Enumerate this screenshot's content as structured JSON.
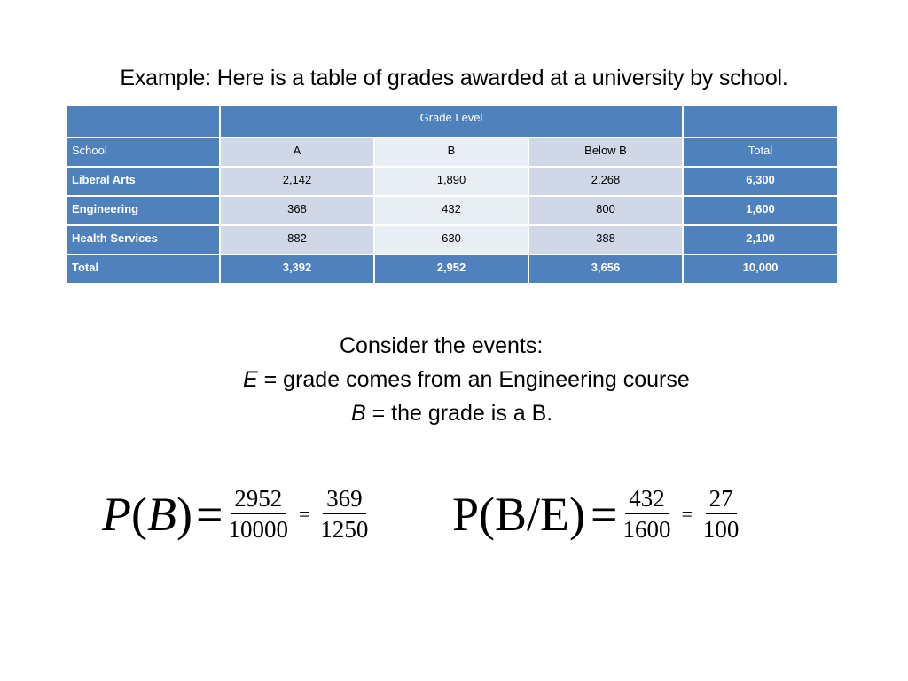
{
  "heading": "Example: Here is a table of grades awarded at a university by school.",
  "table": {
    "group_header": "Grade Level",
    "columns": [
      "School",
      "A",
      "B",
      "Below B",
      "Total"
    ],
    "rows": [
      [
        "Liberal Arts",
        "2,142",
        "1,890",
        "2,268",
        "6,300"
      ],
      [
        "Engineering",
        "368",
        "432",
        "800",
        "1,600"
      ],
      [
        "Health Services",
        "882",
        "630",
        "388",
        "2,100"
      ],
      [
        "Total",
        "3,392",
        "2,952",
        "3,656",
        "10,000"
      ]
    ]
  },
  "events": {
    "intro": "Consider the events:",
    "e_symbol": "E",
    "e_text": " = grade comes from an Engineering course",
    "b_symbol": "B",
    "b_text": " = the grade is a B."
  },
  "formula_pb": {
    "lhs_p": "P",
    "lhs_open": "(",
    "lhs_var": "B",
    "lhs_close": ")",
    "eq": "=",
    "num1": "2952",
    "den1": "10000",
    "eq2": "=",
    "num2": "369",
    "den2": "1250"
  },
  "formula_pbe": {
    "lhs": "P(B/E)",
    "eq": "=",
    "num1": "432",
    "den1": "1600",
    "eq2": "=",
    "num2": "27",
    "den2": "100"
  },
  "colors": {
    "header_blue": "#4f81bd",
    "cell_dark": "#d0d8e8",
    "cell_light": "#e9edf4"
  }
}
